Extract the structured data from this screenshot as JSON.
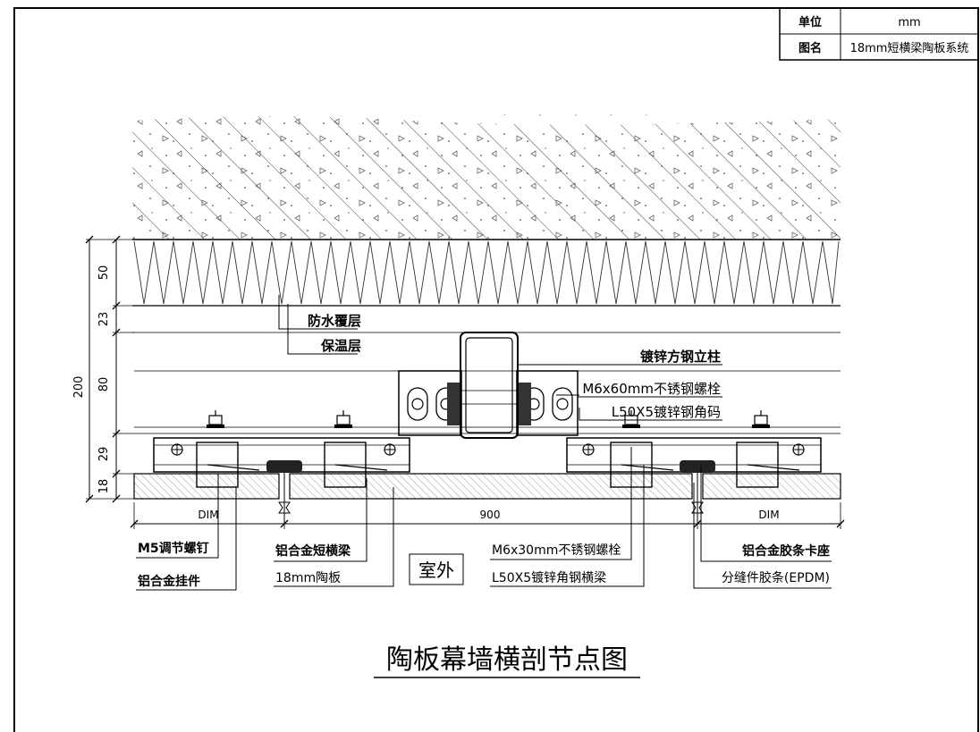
{
  "title_block": {
    "unit_label": "单位",
    "unit_value": "mm",
    "name_label": "图名",
    "name_value": "18mm短横梁陶板系统"
  },
  "drawing_title": "陶板幕墙横剖节点图",
  "outside_label": "室外",
  "dimensions": {
    "left": [
      "50",
      "23",
      "80",
      "29",
      "18"
    ],
    "overall": "200",
    "bottom": [
      "DIM",
      "900",
      "DIM"
    ]
  },
  "callouts": {
    "waterproof": "防水覆层",
    "insulation": "保温层",
    "steel_post": "镀锌方钢立柱",
    "bolt_m6x60": "M6x60mm不锈钢螺栓",
    "angle_code": "L50X5镀锌钢角码",
    "m5_screw": "M5调节螺钉",
    "hanger": "铝合金挂件",
    "short_beam": "铝合金短横梁",
    "panel_18mm": "18mm陶板",
    "bolt_m6x30": "M6x30mm不锈钢螺栓",
    "angle_beam": "L50X5镀锌角钢横梁",
    "gasket_seat": "铝合金胶条卡座",
    "epdm": "分缝件胶条(EPDM)"
  }
}
